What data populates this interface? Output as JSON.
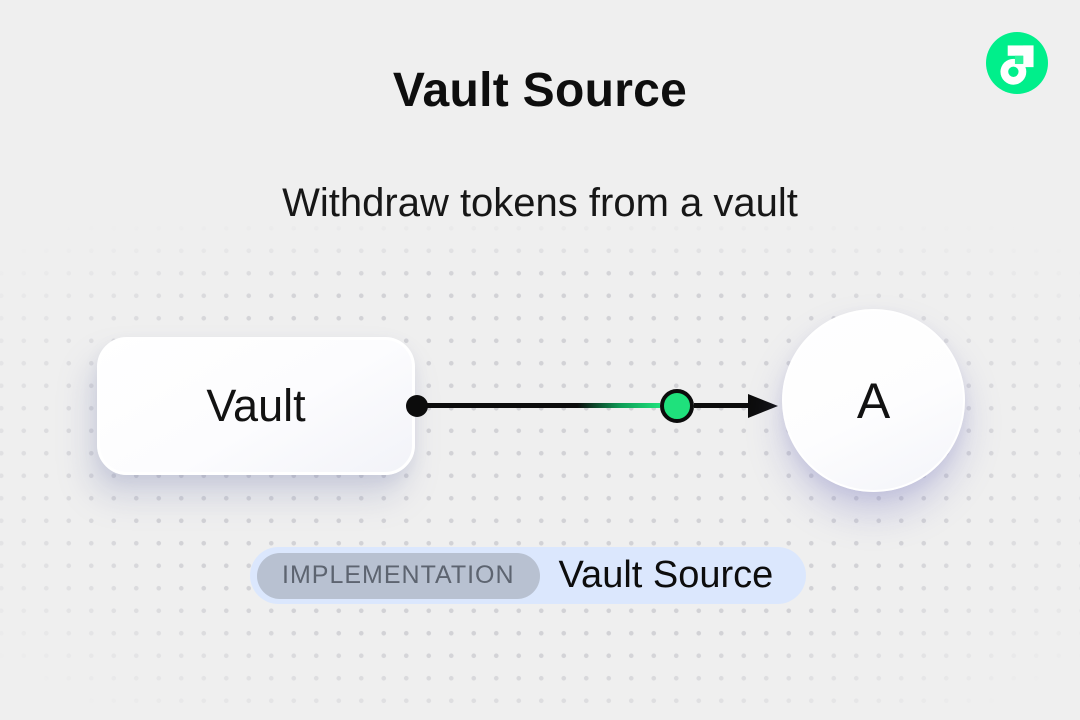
{
  "header": {
    "title": "Vault Source",
    "subtitle": "Withdraw tokens from a vault"
  },
  "logo": {
    "icon": "flow-logo",
    "color": "#00EF8B",
    "notch_color": "#2BF49B"
  },
  "diagram": {
    "source_node": {
      "label": "Vault"
    },
    "target_node": {
      "label": "A"
    },
    "connector": {
      "start_dot_color": "#0C0C0C",
      "mid_dot_color": "#1FE17C",
      "line_color": "#0C0C0C"
    }
  },
  "badge": {
    "tag": "IMPLEMENTATION",
    "label": "Vault Source",
    "badge_bg": "#DBE7FD",
    "tag_bg": "#B8C1D1",
    "tag_text_color": "#5D6470"
  },
  "background": {
    "color": "#EFEFEF",
    "dot_color": "#D2D2D6"
  }
}
